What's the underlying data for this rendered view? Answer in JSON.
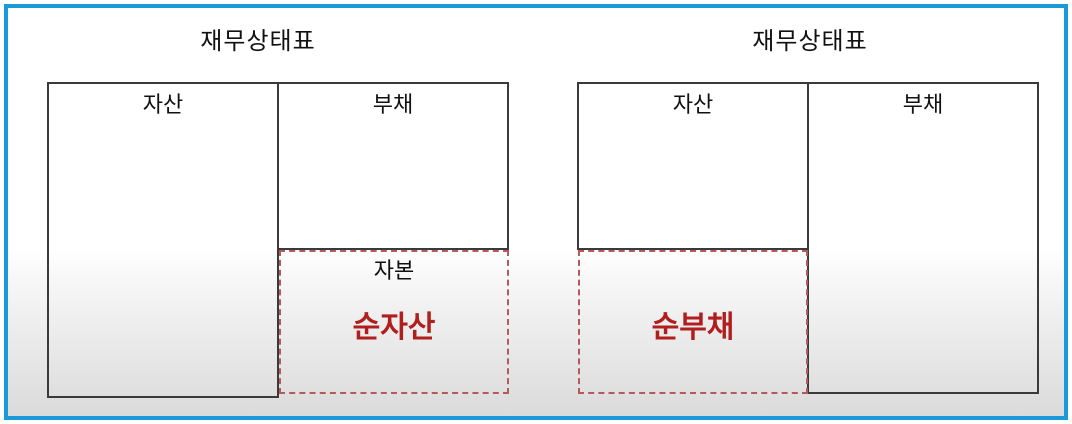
{
  "left": {
    "title": "재무상태표",
    "assets_label": "자산",
    "liabilities_label": "부채",
    "equity_label": "자본",
    "net_label": "순자산"
  },
  "right": {
    "title": "재무상태표",
    "assets_label": "자산",
    "liabilities_label": "부채",
    "net_label": "순부채"
  },
  "colors": {
    "frame": "#1a9ad6",
    "highlight": "#b01e1e"
  }
}
